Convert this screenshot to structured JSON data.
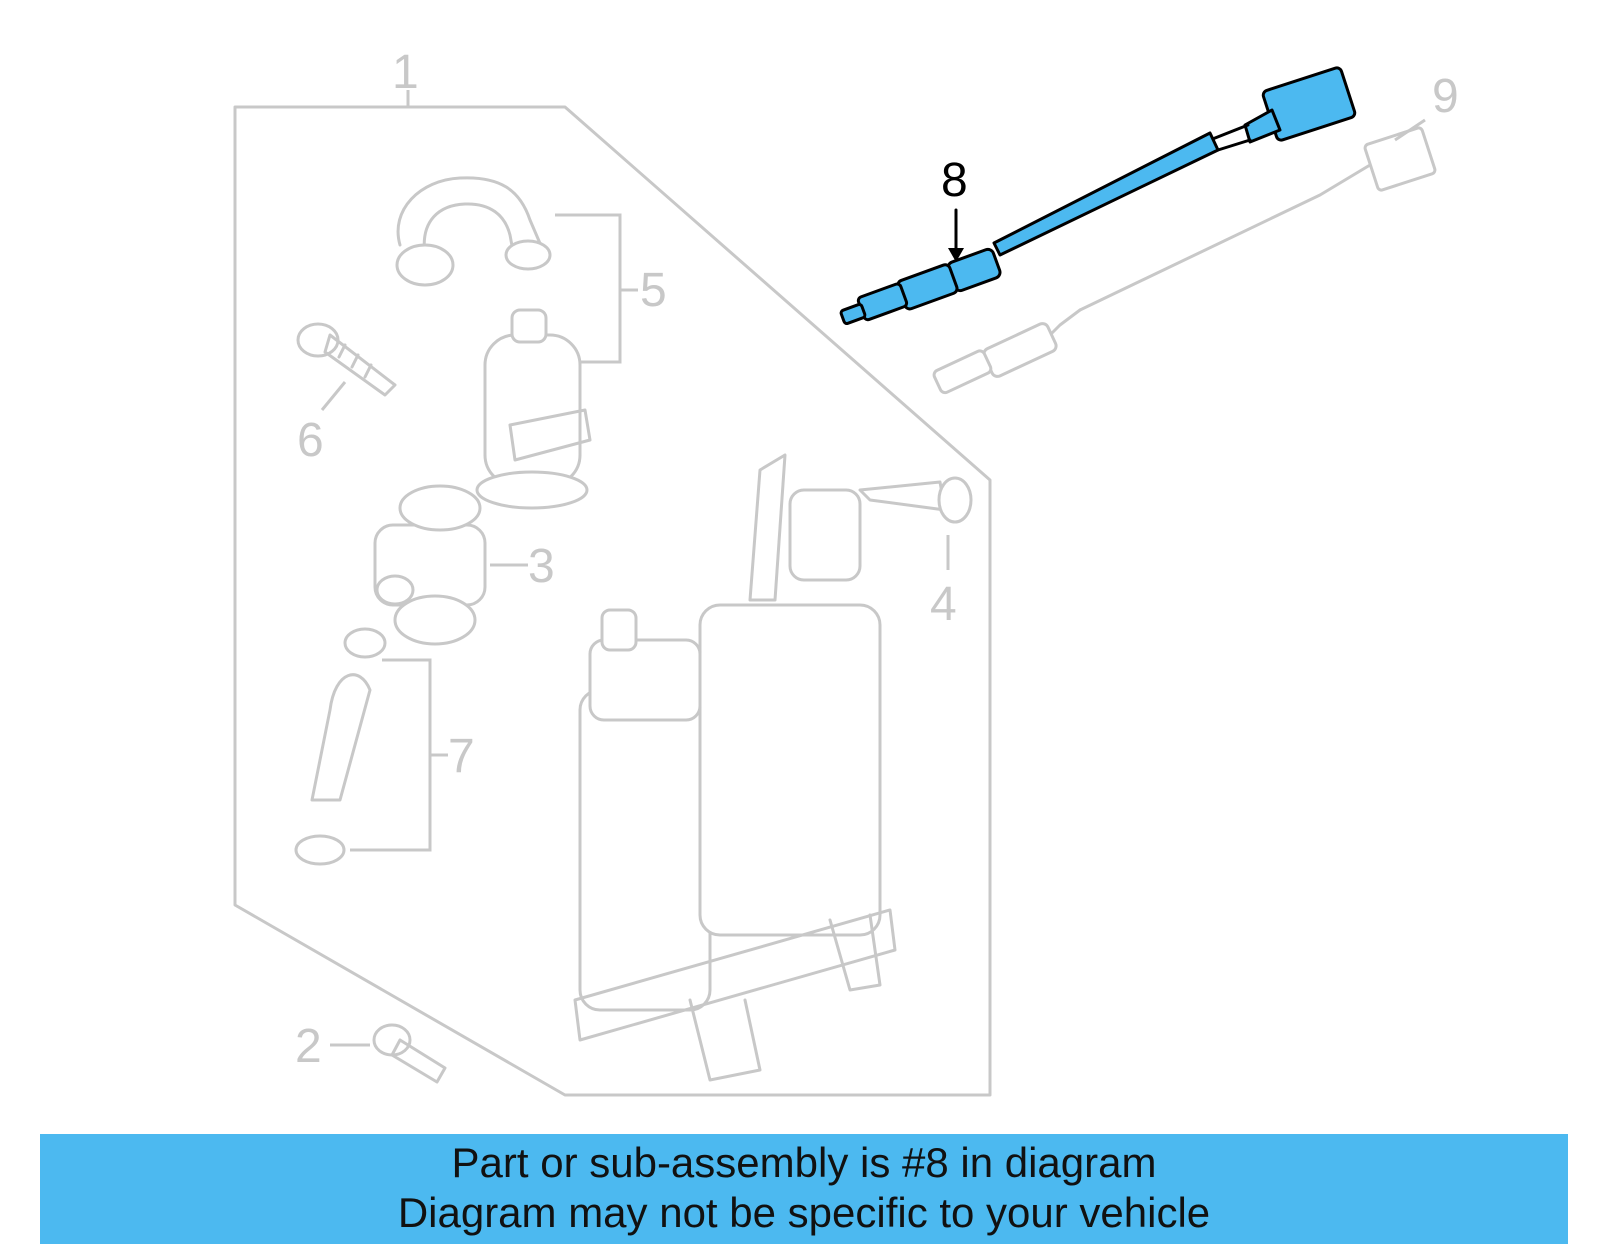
{
  "diagram": {
    "callouts": {
      "c1": "1",
      "c2": "2",
      "c3": "3",
      "c4": "4",
      "c5": "5",
      "c6": "6",
      "c7": "7",
      "c8": "8",
      "c9": "9"
    },
    "highlighted_part": "8",
    "colors": {
      "highlight": "#4cb9f0",
      "ghost": "#c8c8c8",
      "banner": "#4cb9f0"
    }
  },
  "banner": {
    "line1": "Part or sub-assembly is #8 in diagram",
    "line2": "Diagram may not be specific to your vehicle"
  }
}
